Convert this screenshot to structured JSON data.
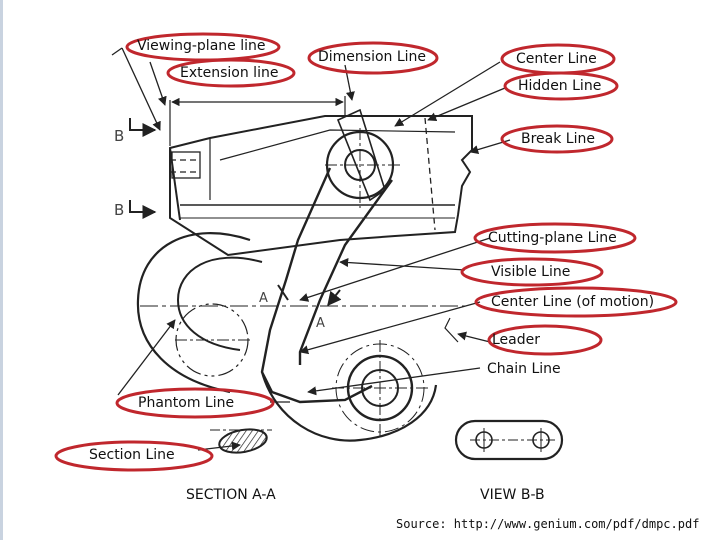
{
  "labels": {
    "viewing_plane_line": "Viewing-plane line",
    "extension_line": "Extension line",
    "dimension_line": "Dimension Line",
    "center_line": "Center Line",
    "hidden_line": "Hidden Line",
    "break_line": "Break Line",
    "cutting_plane_line": "Cutting-plane Line",
    "visible_line": "Visible Line",
    "center_line_motion": "Center Line (of motion)",
    "leader": "Leader",
    "chain_line": "Chain Line",
    "phantom_line": "Phantom Line",
    "section_line": "Section Line"
  },
  "captions": {
    "section_aa": "SECTION A-A",
    "view_bb": "VIEW B-B"
  },
  "drawing_letters": {
    "b_upper": "B",
    "b_lower": "B",
    "a_left": "A",
    "a_right": "A"
  },
  "source": "Source: http://www.genium.com/pdf/dmpc.pdf",
  "colors": {
    "highlight_ellipse": "#c0272d",
    "line_ink": "#222222"
  }
}
